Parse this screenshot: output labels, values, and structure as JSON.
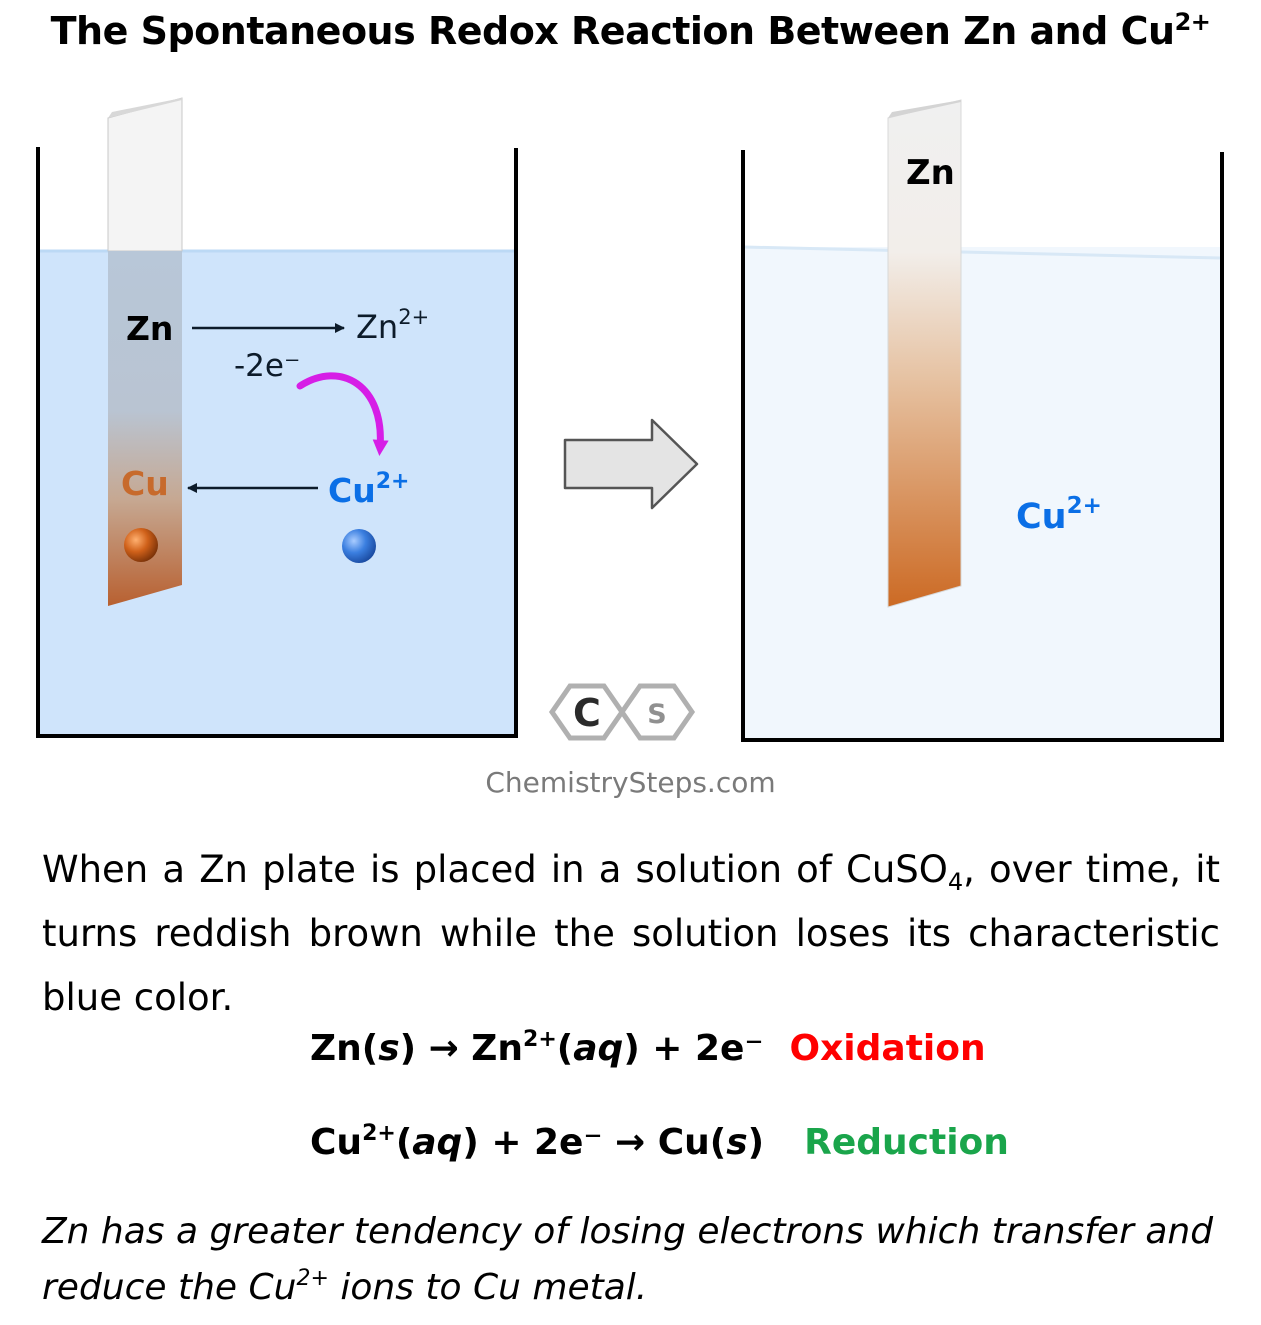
{
  "title": {
    "text": "The Spontaneous Redox Reaction Between Zn and Cu",
    "sup": "2+"
  },
  "left_beaker": {
    "zn_label": "Zn",
    "zn_ion_label": "Zn",
    "zn_ion_charge": "2+",
    "electrons_label": "-2e⁻",
    "cu_label": "Cu",
    "cu_ion_label": "Cu",
    "cu_ion_charge": "2+"
  },
  "right_beaker": {
    "zn_label": "Zn",
    "cu_ion_label": "Cu",
    "cu_ion_charge": "2+"
  },
  "logo": {
    "letter_c": "C",
    "letter_s": "S"
  },
  "website": "ChemistrySteps.com",
  "paragraph": {
    "part1": "When a Zn plate is placed in a solution of CuSO",
    "sub": "4",
    "part2": ", over time, it turns reddish brown while the solution loses its characteristic blue color."
  },
  "equation1": {
    "a": "Zn(",
    "a_it": "s",
    "b": ") → Zn",
    "b_sup": "2+",
    "c": "(",
    "c_it": "aq",
    "d": ") + 2e⁻",
    "label": "Oxidation"
  },
  "equation2": {
    "a": "Cu",
    "a_sup": "2+",
    "b": "(",
    "b_it": "aq",
    "c": ") + 2e⁻ → Cu(",
    "c_it": "s",
    "d": ")",
    "label": "Reduction"
  },
  "note": {
    "part1": "Zn has a greater tendency of losing electrons which transfer and reduce the Cu",
    "sup": "2+",
    "part2": " ions to Cu metal."
  },
  "colors": {
    "title_text": "#000000",
    "left_solution": "#cfe4fb",
    "right_solution": "#f1f7fd",
    "copper": "#c76a2c",
    "zinc": "#e6e6e6",
    "cu_ion_blue": "#0b6fe6",
    "electron_arrow": "#d61ee6",
    "oxidation_red": "#ff0000",
    "reduction_green": "#1aa54b"
  }
}
